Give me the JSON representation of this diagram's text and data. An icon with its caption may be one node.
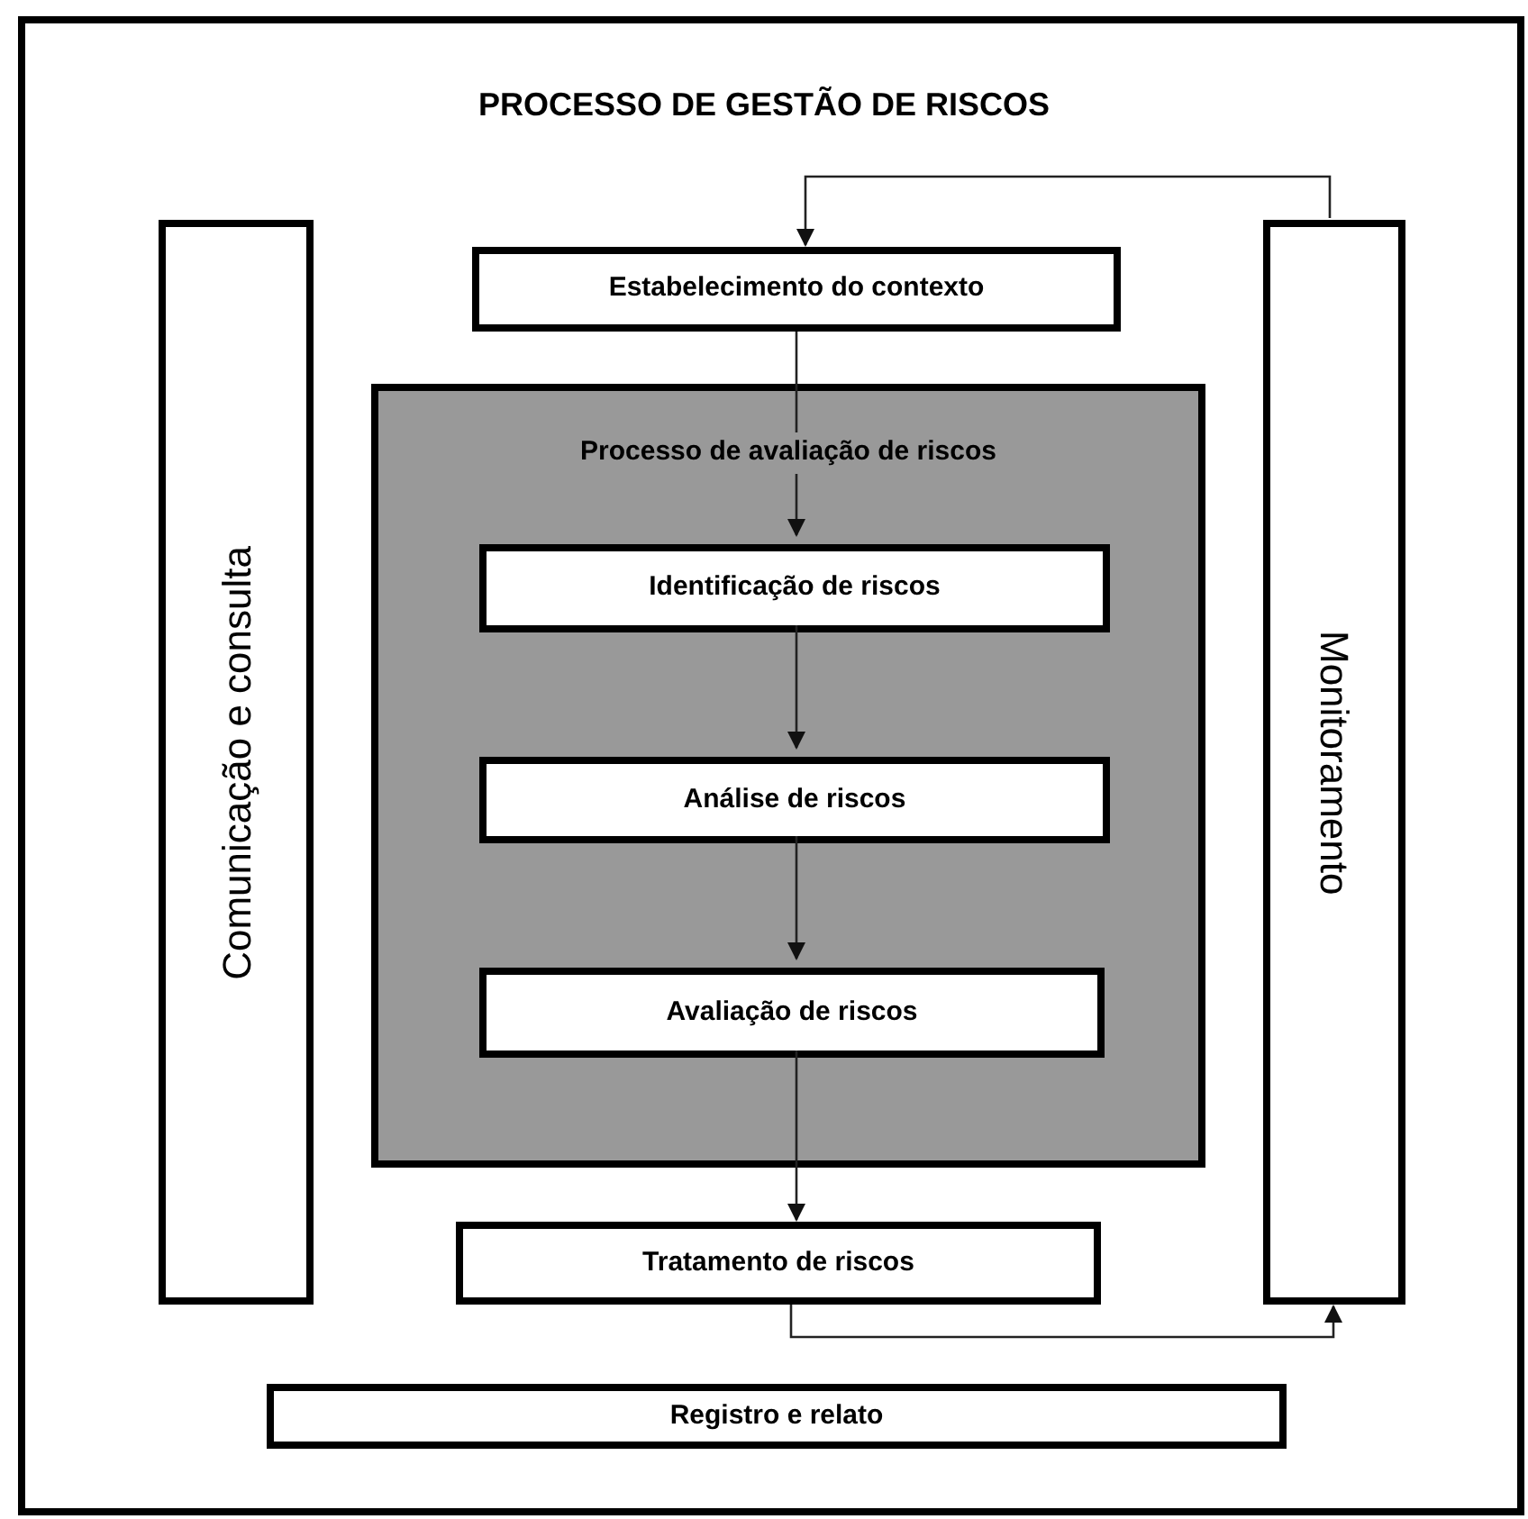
{
  "diagram": {
    "title": "PROCESSO DE GESTÃO DE RISCOS",
    "nodes": [
      {
        "text": [
          "Comunicação e consulta"
        ]
      },
      {
        "text": [
          "Estabelecimento do contexto"
        ]
      },
      {
        "text": [
          "Processo de avaliação de riscos"
        ]
      },
      {
        "text": [
          "Identificação de riscos"
        ],
        "in": 2
      },
      {
        "text": [
          "Análise de riscos"
        ],
        "in": 2
      },
      {
        "text": [
          "Avaliação de riscos"
        ],
        "in": 2
      },
      {
        "text": [
          "Tratamento de riscos"
        ]
      },
      {
        "text": [
          "Monitoramento"
        ]
      },
      {
        "text": [
          "Registro e relato"
        ]
      }
    ],
    "edges": [
      {
        "from": 1,
        "to": 3,
        "arrow": "to"
      },
      {
        "from": 3,
        "to": 4,
        "arrow": "to"
      },
      {
        "from": 4,
        "to": 5,
        "arrow": "to"
      },
      {
        "from": 5,
        "to": 6,
        "arrow": "to"
      },
      {
        "from": 7,
        "to": 1,
        "arrow": "to"
      },
      {
        "from": 6,
        "to": 7,
        "arrow": "to"
      }
    ]
  }
}
